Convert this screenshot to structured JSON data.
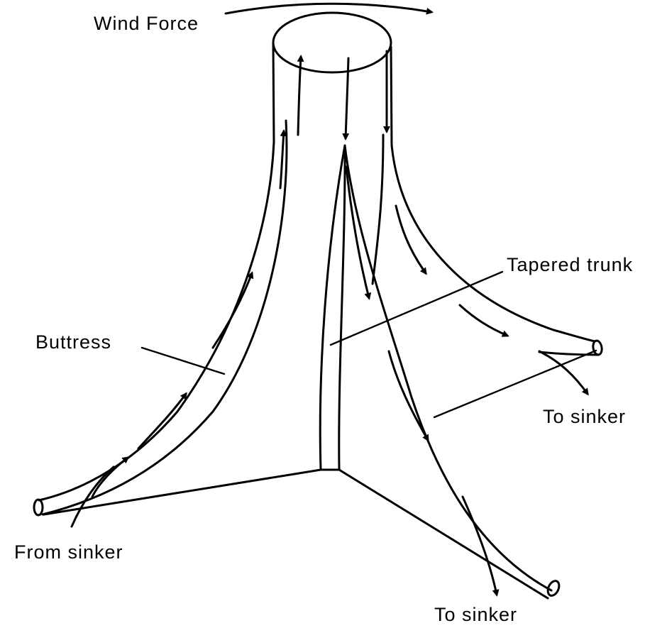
{
  "labels": {
    "wind_force": "Wind Force",
    "tapered_trunk": "Tapered trunk",
    "buttress": "Buttress",
    "to_sinker_right": "To sinker",
    "from_sinker": "From sinker",
    "to_sinker_bottom": "To sinker"
  },
  "colors": {
    "ink": "#000000",
    "background": "#ffffff"
  }
}
